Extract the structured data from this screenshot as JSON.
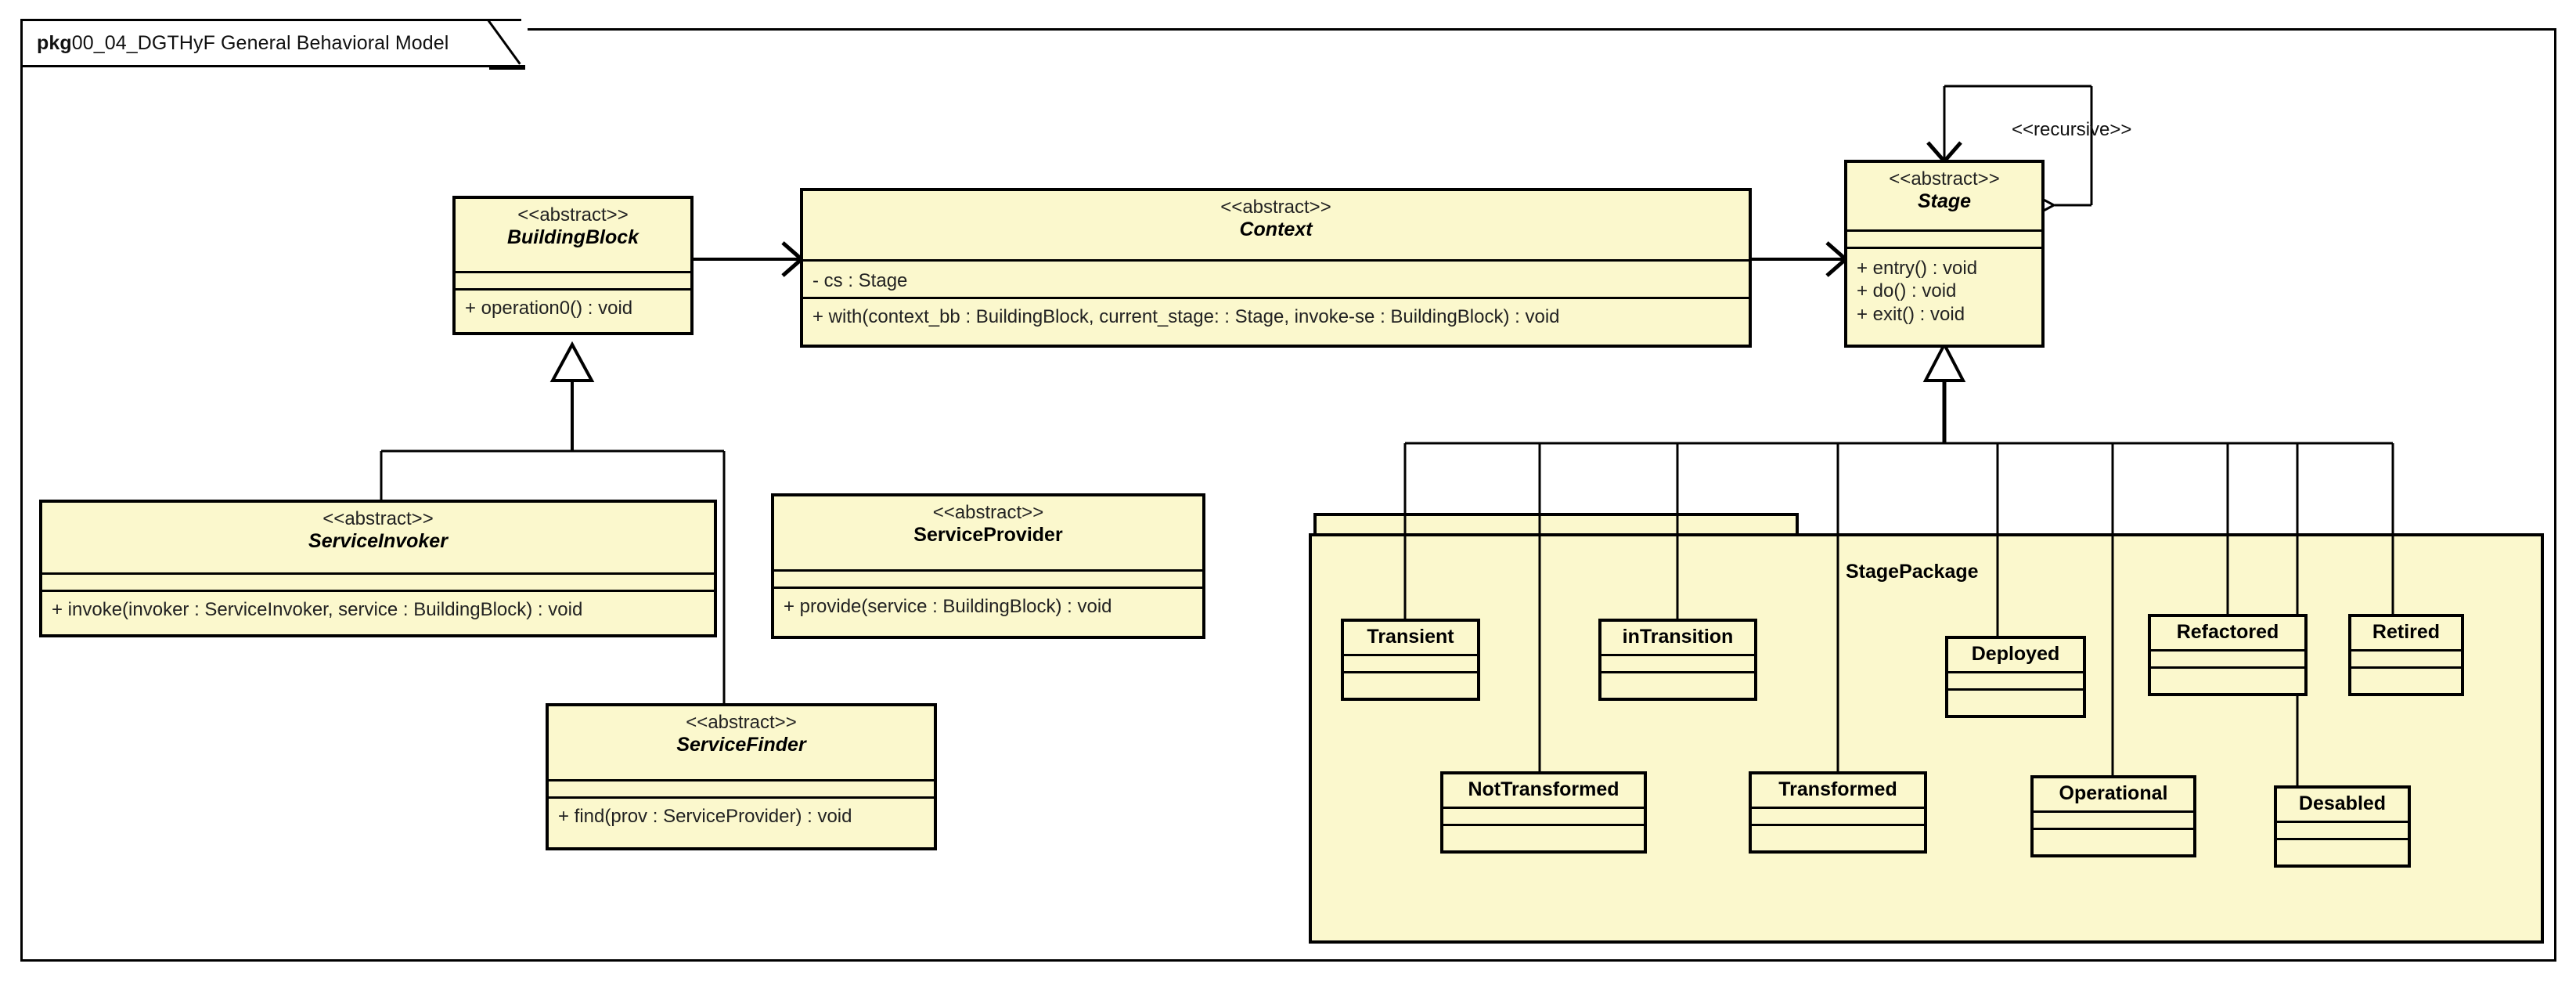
{
  "frame": {
    "keyword": "pkg",
    "title": "00_04_DGTHyF General Behavioral Model"
  },
  "stereotype_abstract": "<<abstract>>",
  "classes": {
    "building_block": {
      "stereotype": "<<abstract>>",
      "name": "BuildingBlock",
      "attributes": [],
      "operations": [
        "+ operation0() : void"
      ]
    },
    "context": {
      "stereotype": "<<abstract>>",
      "name": "Context",
      "attributes": [
        "- cs : Stage"
      ],
      "operations": [
        "+ with(context_bb : BuildingBlock, current_stage:  : Stage, invoke-se : BuildingBlock) : void"
      ]
    },
    "stage": {
      "stereotype": "<<abstract>>",
      "name": "Stage",
      "attributes": [],
      "operations": [
        "+ entry() : void",
        "+ do() : void",
        "+ exit() : void"
      ]
    },
    "service_invoker": {
      "stereotype": "<<abstract>>",
      "name": "ServiceInvoker",
      "attributes": [],
      "operations": [
        "+ invoke(invoker : ServiceInvoker, service : BuildingBlock) : void"
      ]
    },
    "service_provider": {
      "stereotype": "<<abstract>>",
      "name": "ServiceProvider",
      "attributes": [],
      "operations": [
        "+ provide(service : BuildingBlock) : void"
      ]
    },
    "service_finder": {
      "stereotype": "<<abstract>>",
      "name": "ServiceFinder",
      "attributes": [],
      "operations": [
        "+ find(prov : ServiceProvider) : void"
      ]
    }
  },
  "package": {
    "name": "StagePackage",
    "members": [
      {
        "name": "Transient"
      },
      {
        "name": "inTransition"
      },
      {
        "name": "NotTransformed"
      },
      {
        "name": "Transformed"
      },
      {
        "name": "Deployed"
      },
      {
        "name": "Operational"
      },
      {
        "name": "Refactored"
      },
      {
        "name": "Desabled"
      },
      {
        "name": "Retired"
      }
    ]
  },
  "edges": {
    "recursive_label": "<<recursive>>"
  },
  "colors": {
    "class_fill": "#fbf8cd",
    "line": "#000000",
    "background": "#ffffff"
  }
}
